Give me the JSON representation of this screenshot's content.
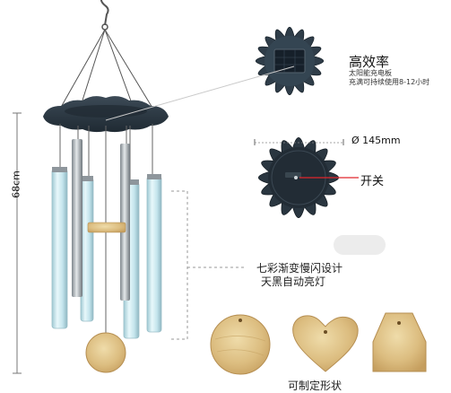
{
  "product": {
    "height_label": "68cm",
    "panel_title": "高效率",
    "panel_line1": "太阳能充电板",
    "panel_line2": "充满可持续使用8-12小时",
    "diameter_label": "Ø 145mm",
    "switch_label": "开关",
    "feature_line1": "七彩渐变慢闪设计",
    "feature_line2": "天黑自动亮灯",
    "shapes_caption": "可制定形状"
  },
  "colors": {
    "panel": "#2d3a45",
    "wood": "#e1c48a",
    "tube": "#c9ebf4",
    "metal": "#b8bec3",
    "switch_line": "#e0262c"
  },
  "icons": [
    "solar-panel-icon",
    "sunflower-disc-icon",
    "wind-chime-icon",
    "round-wood-icon",
    "heart-wood-icon",
    "hexagon-wood-icon"
  ]
}
